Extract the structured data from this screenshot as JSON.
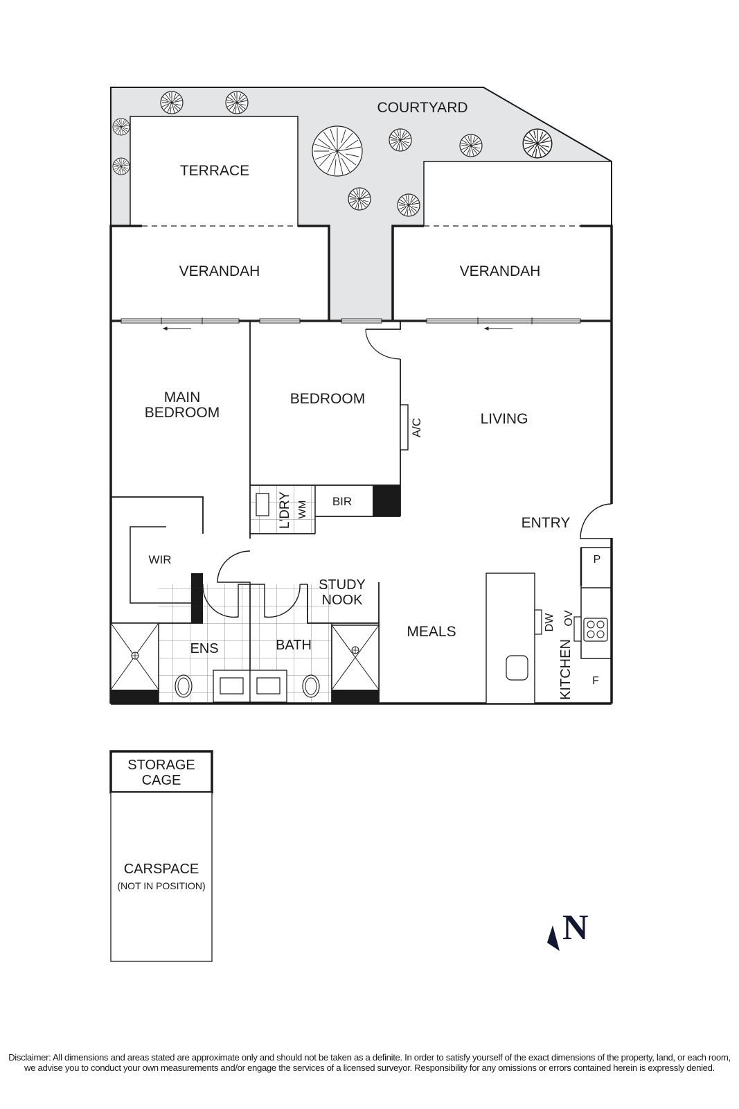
{
  "rooms": {
    "courtyard": "COURTYARD",
    "terrace": "TERRACE",
    "verandah_left": "VERANDAH",
    "verandah_right": "VERANDAH",
    "main_bedroom_line1": "MAIN",
    "main_bedroom_line2": "BEDROOM",
    "bedroom": "BEDROOM",
    "living": "LIVING",
    "ac": "A/C",
    "laundry": "L'DRY",
    "washing_machine": "WM",
    "bir": "BIR",
    "entry": "ENTRY",
    "wir": "WIR",
    "study_nook_line1": "STUDY",
    "study_nook_line2": "NOOK",
    "ensuite": "ENS",
    "bath": "BATH",
    "meals": "MEALS",
    "kitchen": "KITCHEN",
    "dishwasher": "DW",
    "oven": "OV",
    "pantry": "P",
    "fridge": "F"
  },
  "parking": {
    "storage_line1": "STORAGE",
    "storage_line2": "CAGE",
    "carspace": "CARSPACE",
    "carspace_note": "(NOT IN POSITION)"
  },
  "compass": {
    "label": "N"
  },
  "colors": {
    "wall": "#1a1a1a",
    "outdoor_fill": "#e4e5e6",
    "north_arrow": "#121631"
  },
  "disclaimer": "Disclaimer: All dimensions and areas stated are approximate only and should not be taken as a definite. In order to satisfy yourself of the exact dimensions of the property, land, or each room, we advise you to conduct your own measurements and/or engage the services of a licensed surveyor. Responsibility for any omissions or errors contained herein is expressly denied."
}
